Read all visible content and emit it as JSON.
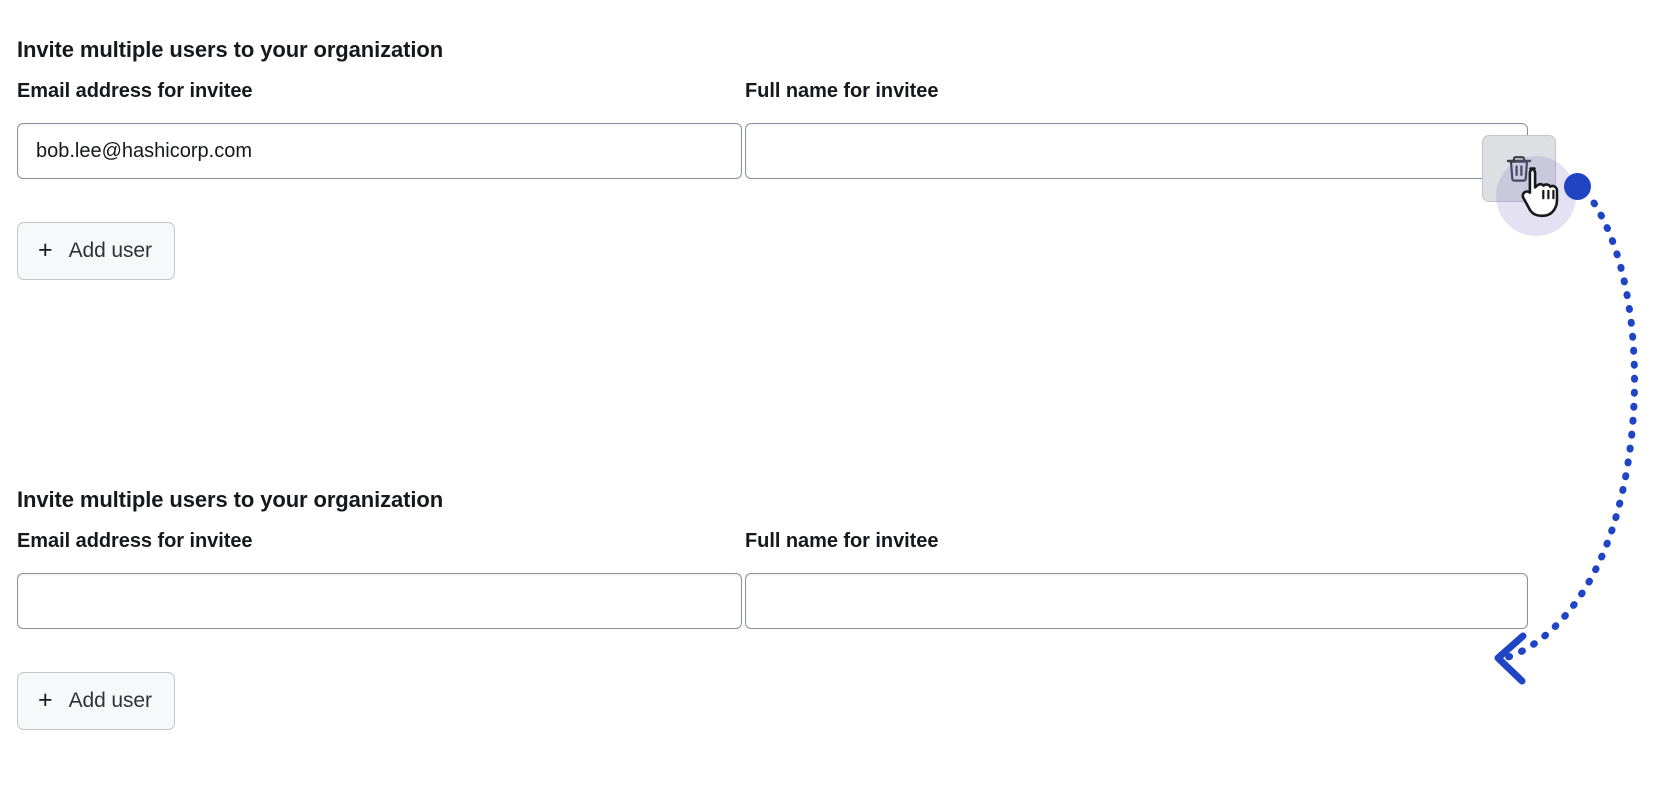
{
  "page": {
    "background": "#ffffff",
    "accent_blue": "#1f45c4",
    "text_color": "#16181d",
    "input_border_color": "#8c909c",
    "button_bg": "#f7f8fa",
    "delete_button_bg": "#dedfe3",
    "cursor_halo_color": "#8478c9"
  },
  "forms": [
    {
      "heading": "Invite multiple users to your organization",
      "email_field": {
        "label": "Email address for invitee",
        "value": "bob.lee@hashicorp.com",
        "placeholder": ""
      },
      "name_field": {
        "label": "Full name for invitee",
        "value": "",
        "placeholder": ""
      },
      "delete_button": {
        "icon": "trash-icon",
        "label": "",
        "state": "hovered"
      },
      "add_user_button": {
        "icon": "plus-icon",
        "plus": "+",
        "label": "Add user"
      }
    },
    {
      "heading": "Invite multiple users to your organization",
      "email_field": {
        "label": "Email address for invitee",
        "value": "",
        "placeholder": ""
      },
      "name_field": {
        "label": "Full name for invitee",
        "value": "",
        "placeholder": ""
      },
      "delete_button": null,
      "add_user_button": {
        "icon": "plus-icon",
        "plus": "+",
        "label": "Add user"
      }
    }
  ],
  "annotation": {
    "cursor_icon": "hand-pointer-icon",
    "anchor_dot_color": "#1f45c4",
    "arrow_style": "dotted-curve",
    "arrow_color": "#1f45c4",
    "arrow_head": "chevron-left"
  }
}
